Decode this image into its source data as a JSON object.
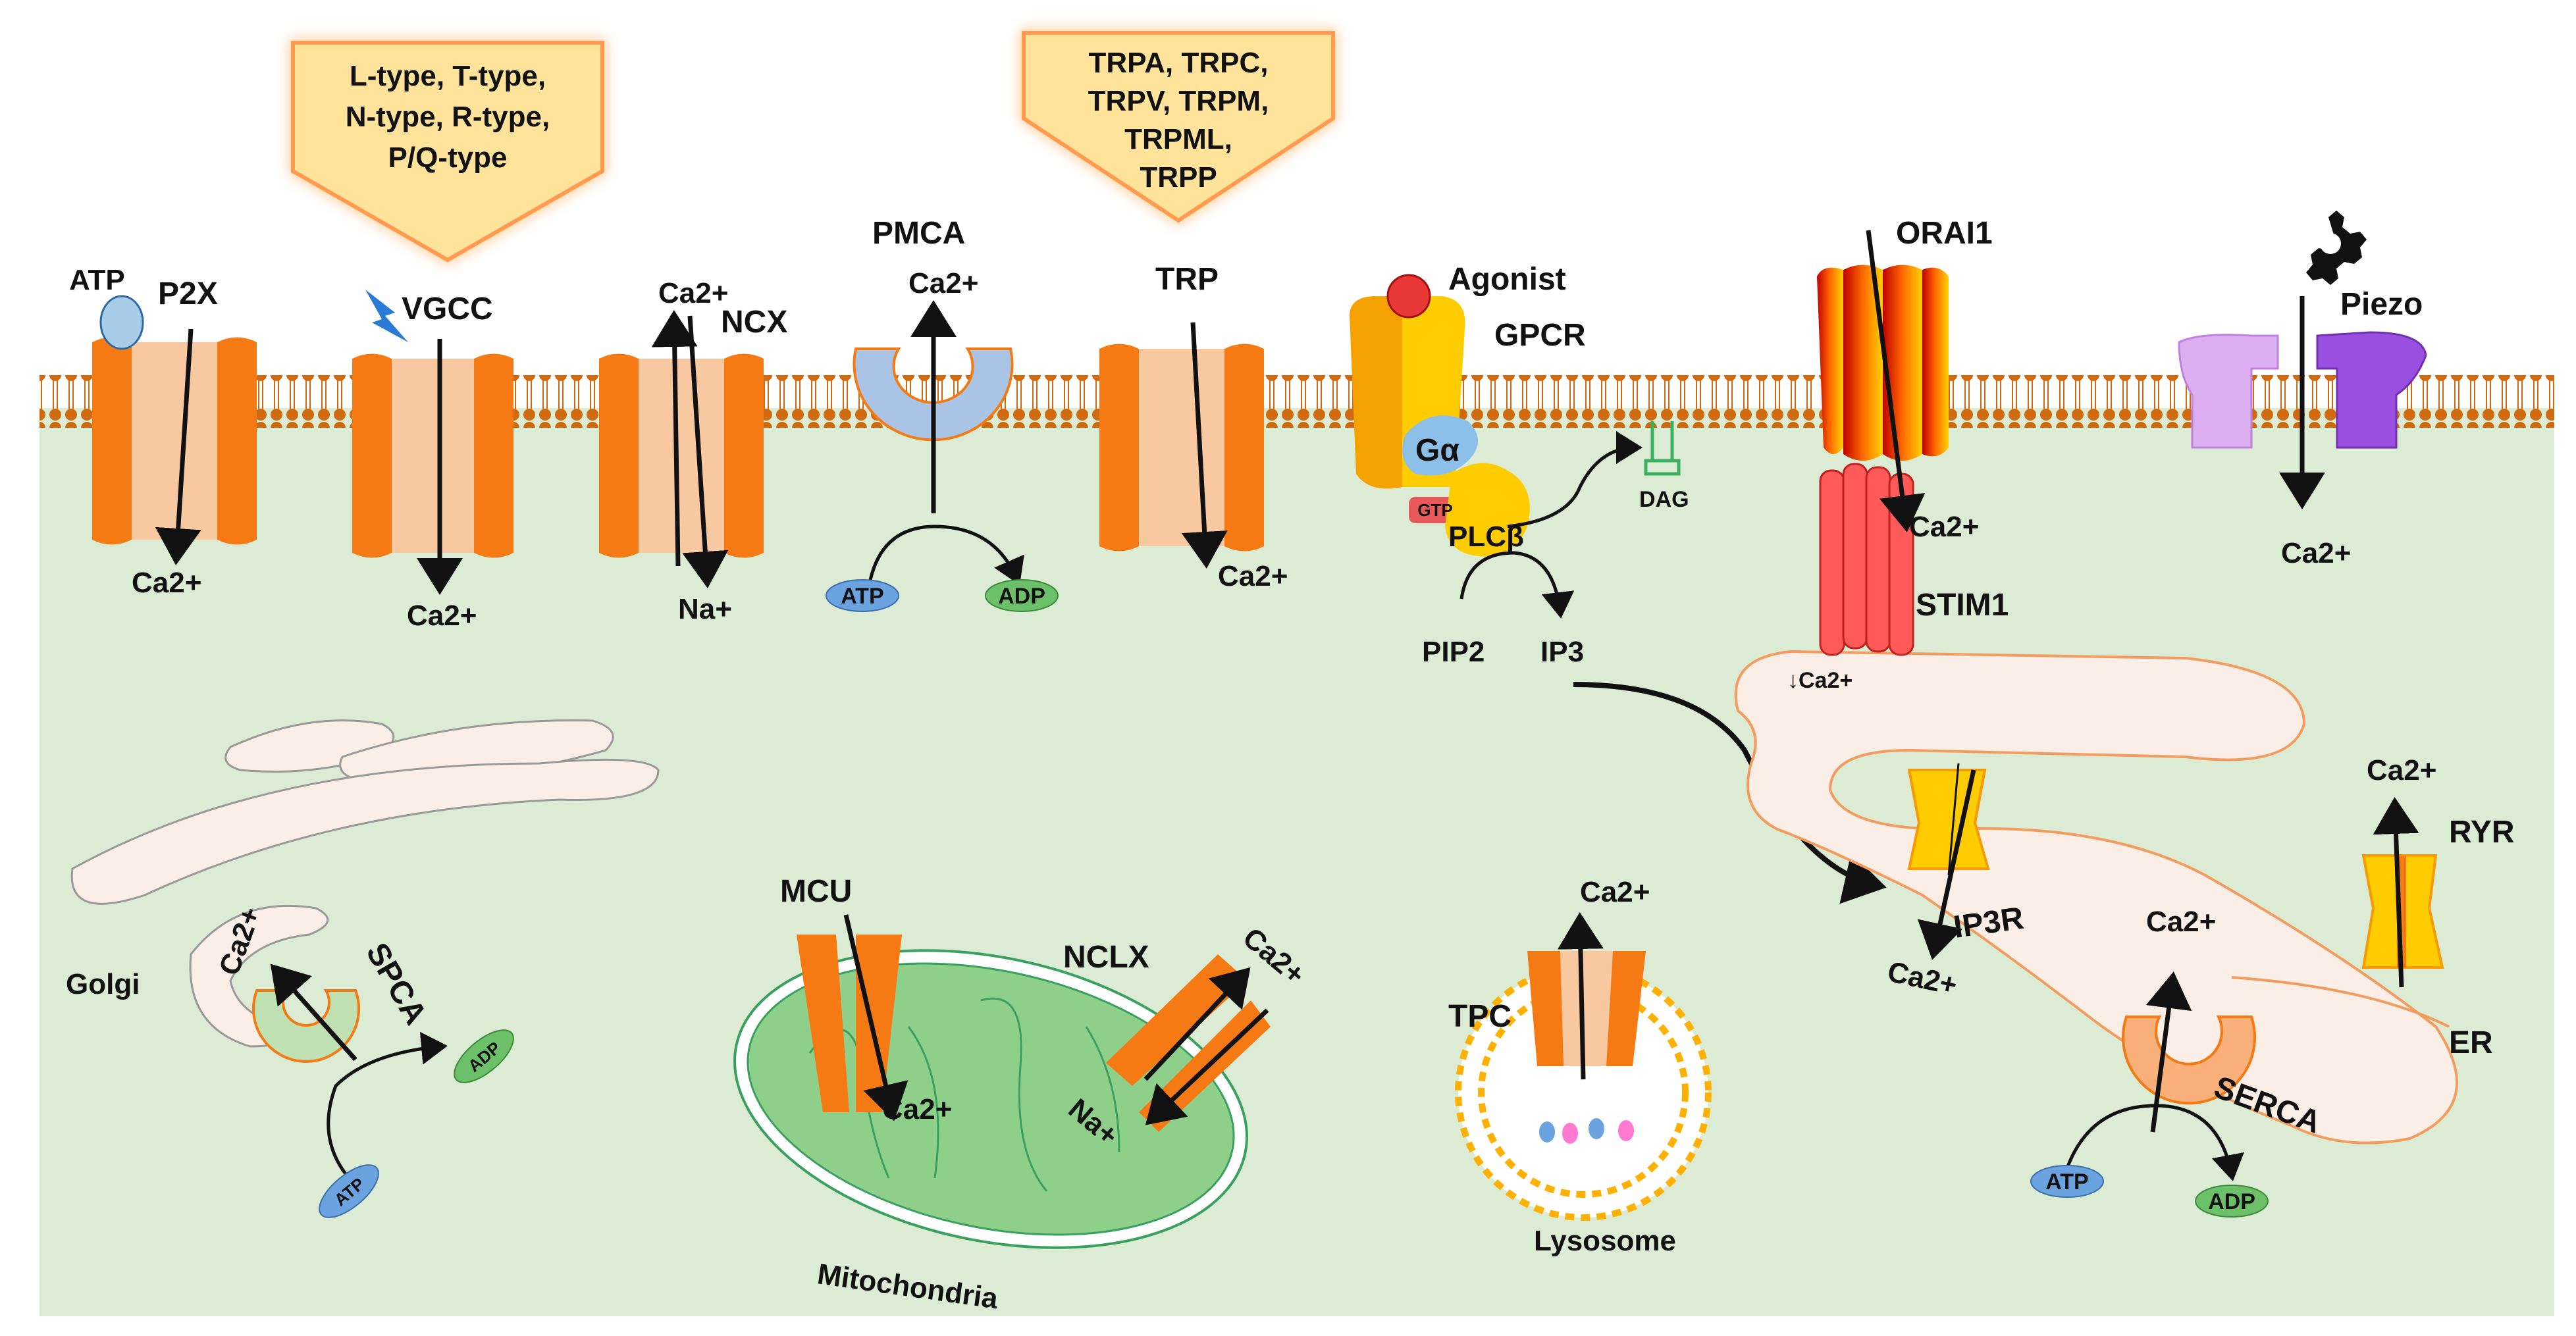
{
  "channels": {
    "p2x": {
      "name": "P2X",
      "ligand": "ATP",
      "ion": "Ca2+"
    },
    "vgcc": {
      "name": "VGCC",
      "ion": "Ca2+",
      "subtypes_line1": "L-type, T-type,",
      "subtypes_line2": "N-type, R-type,",
      "subtypes_line3": "P/Q-type"
    },
    "ncx": {
      "name": "NCX",
      "ion_out": "Ca2+",
      "ion_in": "Na+"
    },
    "pmca": {
      "name": "PMCA",
      "ion": "Ca2+",
      "atp": "ATP",
      "adp": "ADP"
    },
    "trp": {
      "name": "TRP",
      "ion": "Ca2+",
      "subtypes_line1": "TRPA, TRPC,",
      "subtypes_line2": "TRPV, TRPM,",
      "subtypes_line3": "TRPML,",
      "subtypes_line4": "TRPP"
    },
    "gpcr": {
      "name": "GPCR",
      "agonist": "Agonist",
      "g_alpha": "Gα",
      "gtp": "GTP",
      "plc": "PLCβ",
      "dag": "DAG",
      "pip2": "PIP2",
      "ip3": "IP3"
    },
    "orai1": {
      "name": "ORAI1",
      "ion": "Ca2+",
      "stim": "STIM1",
      "er_low": "↓Ca2+"
    },
    "piezo": {
      "name": "Piezo",
      "ion": "Ca2+"
    }
  },
  "organelles": {
    "golgi": {
      "name": "Golgi",
      "pump": "SPCA",
      "ion": "Ca2+",
      "atp": "ATP",
      "adp": "ADP"
    },
    "mito": {
      "name": "Mitochondria",
      "mcu": "MCU",
      "mcu_ion": "Ca2+",
      "nclx": "NCLX",
      "nclx_out": "Ca2+",
      "nclx_in": "Na+"
    },
    "lyso": {
      "name": "Lysosome",
      "tpc": "TPC",
      "ion": "Ca2+"
    },
    "er": {
      "name": "ER",
      "ip3r": "IP3R",
      "ip3r_ion": "Ca2+",
      "ryr": "RYR",
      "ryr_ion": "Ca2+",
      "serca": "SERCA",
      "serca_ion": "Ca2+",
      "atp": "ATP",
      "adp": "ADP"
    }
  },
  "colors": {
    "cytosol": "#dcebd4",
    "lipid": "#d06a10",
    "channel": "#f57a14",
    "channel_light": "#f8c8a0",
    "arrow": "#111111"
  }
}
